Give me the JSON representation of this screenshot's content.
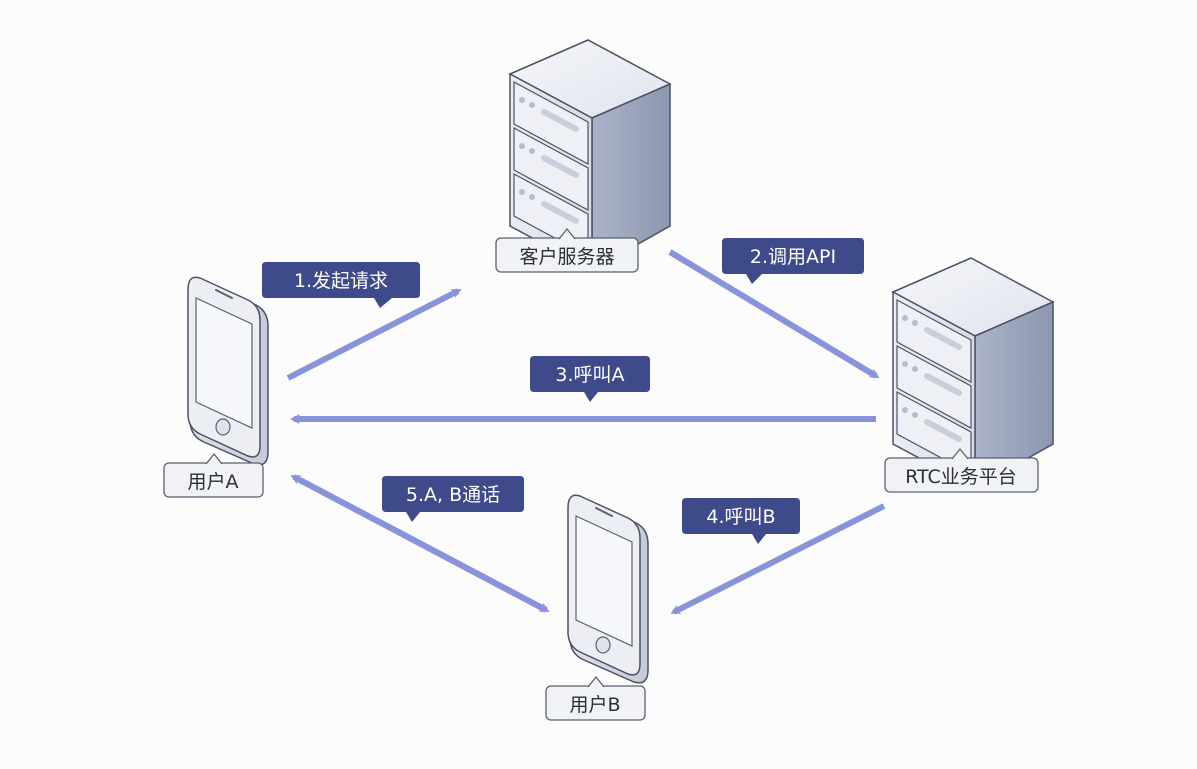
{
  "colors": {
    "arrow": "#8893d9",
    "callout": "#3f4a8a",
    "label_border": "#5b6170",
    "label_fill": "#f1f2f6"
  },
  "nodes": {
    "customer_server": {
      "label": "客户服务器",
      "icon": "server-icon"
    },
    "rtc_platform": {
      "label": "RTC业务平台",
      "icon": "server-icon"
    },
    "user_a": {
      "label": "用户A",
      "icon": "phone-icon"
    },
    "user_b": {
      "label": "用户B",
      "icon": "phone-icon"
    }
  },
  "steps": [
    {
      "label": "1.发起请求"
    },
    {
      "label": "2.调用API"
    },
    {
      "label": "3.呼叫A"
    },
    {
      "label": "4.呼叫B"
    },
    {
      "label": "5.A, B通话"
    }
  ]
}
